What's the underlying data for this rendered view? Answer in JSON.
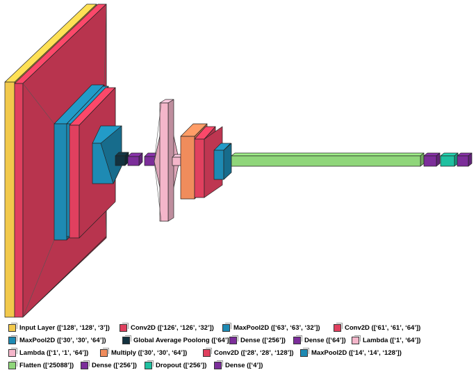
{
  "colors": {
    "input": "#f2c94c",
    "conv": "#e0405f",
    "pool": "#1e8ab3",
    "gap": "#13323f",
    "dense": "#7c2e9a",
    "lambda": "#f4b6ca",
    "multiply": "#f08c5c",
    "flatten": "#8fd67a",
    "dropout": "#1fc0a0"
  },
  "legend": [
    {
      "label": "Input Layer ([‘128’, ‘128’, ‘3’])",
      "color": "input"
    },
    {
      "label": "Conv2D ([‘126’, ‘126’, ‘32’])",
      "color": "conv"
    },
    {
      "label": "MaxPool2D ([‘63’, ‘63’, ‘32’])",
      "color": "pool"
    },
    {
      "label": "Conv2D ([‘61’, ‘61’, ‘64’])",
      "color": "conv"
    },
    {
      "label": "MaxPool2D ([‘30’, ‘30’, ‘64’])",
      "color": "pool"
    },
    {
      "label": "Global Average Poolong ([‘64’])",
      "color": "gap"
    },
    {
      "label": "Dense ([‘256’])",
      "color": "dense"
    },
    {
      "label": "Dense ([‘64’])",
      "color": "dense"
    },
    {
      "label": "Lambda ([‘1’, ‘64’])",
      "color": "lambda"
    },
    {
      "label": "Lambda ([‘1’, ‘1’, ‘64’])",
      "color": "lambda"
    },
    {
      "label": "Multiply ([‘30’, ‘30’, ‘64’])",
      "color": "multiply"
    },
    {
      "label": "Conv2D ([‘28’, ‘28’, ‘128’])",
      "color": "conv"
    },
    {
      "label": "MaxPool2D ([‘14’, ‘14’, ‘128’])",
      "color": "pool"
    },
    {
      "label": "Flatten ([‘25088’])",
      "color": "flatten"
    },
    {
      "label": "Dense ([‘256’])",
      "color": "dense"
    },
    {
      "label": "Dropout ([‘256’])",
      "color": "dropout"
    },
    {
      "label": "Dense ([‘4’])",
      "color": "dense"
    }
  ]
}
